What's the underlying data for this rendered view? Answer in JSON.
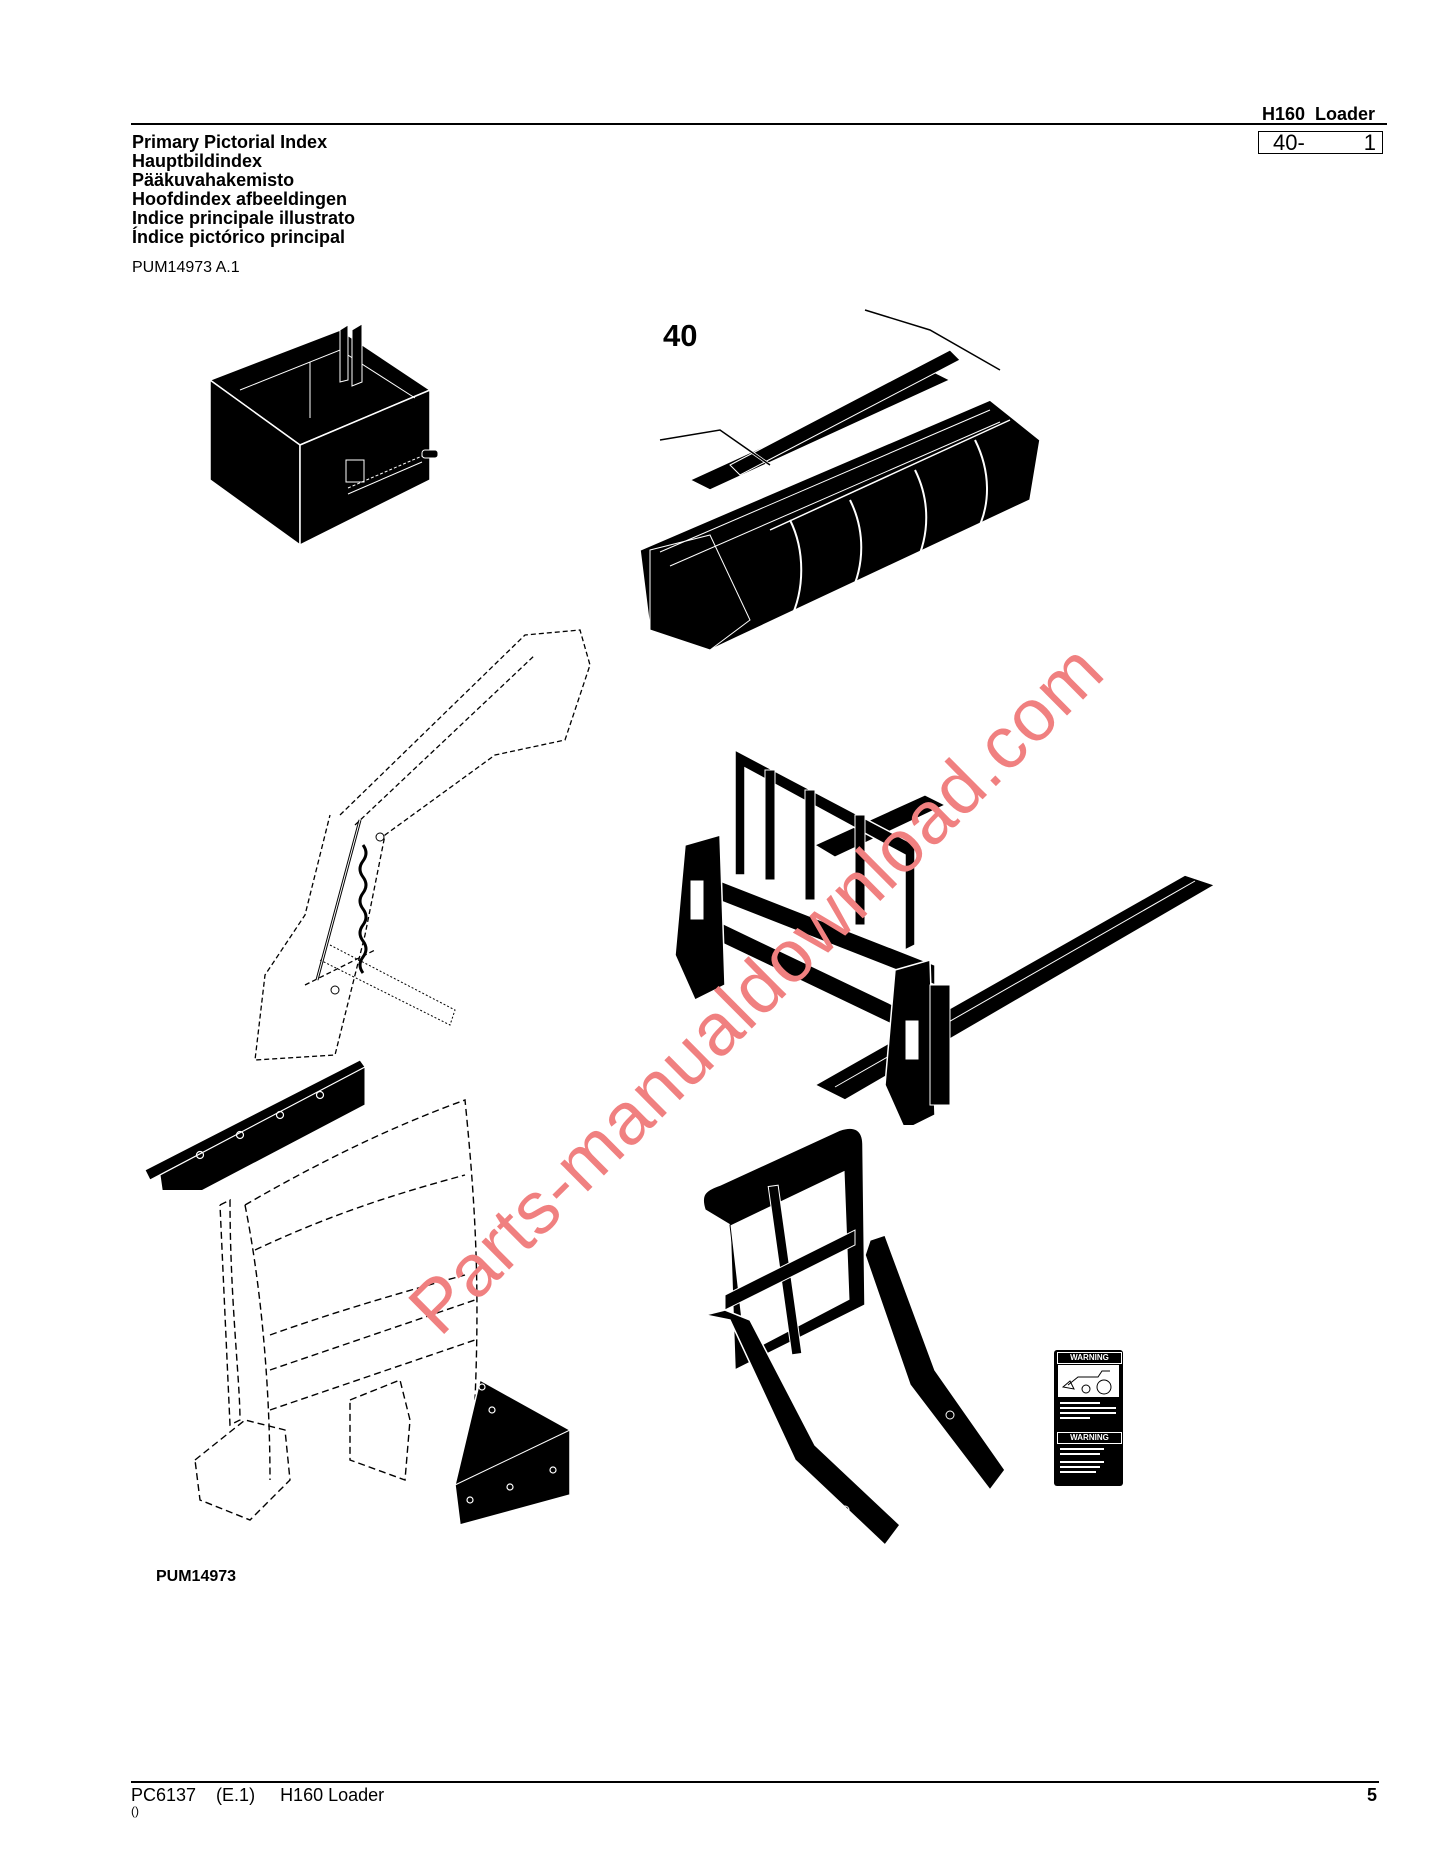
{
  "header": {
    "title": "H160  Loader",
    "page_box": {
      "section": "40-",
      "page": "1"
    }
  },
  "titles": [
    "Primary Pictorial Index",
    "Hauptbildindex",
    "Pääkuvahakemisto",
    "Hoofdindex afbeeldingen",
    "Indice principale illustrato",
    "Índice pictórico principal"
  ],
  "reference": "PUM14973 A.1",
  "illustration": {
    "group_label": "40",
    "figure_id": "PUM14973",
    "parts": [
      {
        "name": "ballast-box",
        "icon": "ballast-box-icon"
      },
      {
        "name": "grapple-bucket",
        "icon": "grapple-bucket-icon"
      },
      {
        "name": "loader-boom",
        "icon": "loader-boom-icon"
      },
      {
        "name": "pallet-fork",
        "icon": "pallet-fork-icon"
      },
      {
        "name": "angle-bar",
        "icon": "angle-bar-icon"
      },
      {
        "name": "mounting-frame",
        "icon": "mounting-frame-icon"
      },
      {
        "name": "triangle-plate",
        "icon": "triangle-plate-icon"
      },
      {
        "name": "parking-stand",
        "icon": "parking-stand-icon"
      },
      {
        "name": "warning-decal",
        "icon": "warning-decal-icon",
        "text": [
          "WARNING",
          "WARNING"
        ]
      }
    ]
  },
  "watermark": {
    "text": "Parts-manualdownload.com",
    "color": "#f08080"
  },
  "footer": {
    "doc": "PC6137    (E.1)     H160 Loader",
    "sub": "()",
    "page_number": "5"
  }
}
